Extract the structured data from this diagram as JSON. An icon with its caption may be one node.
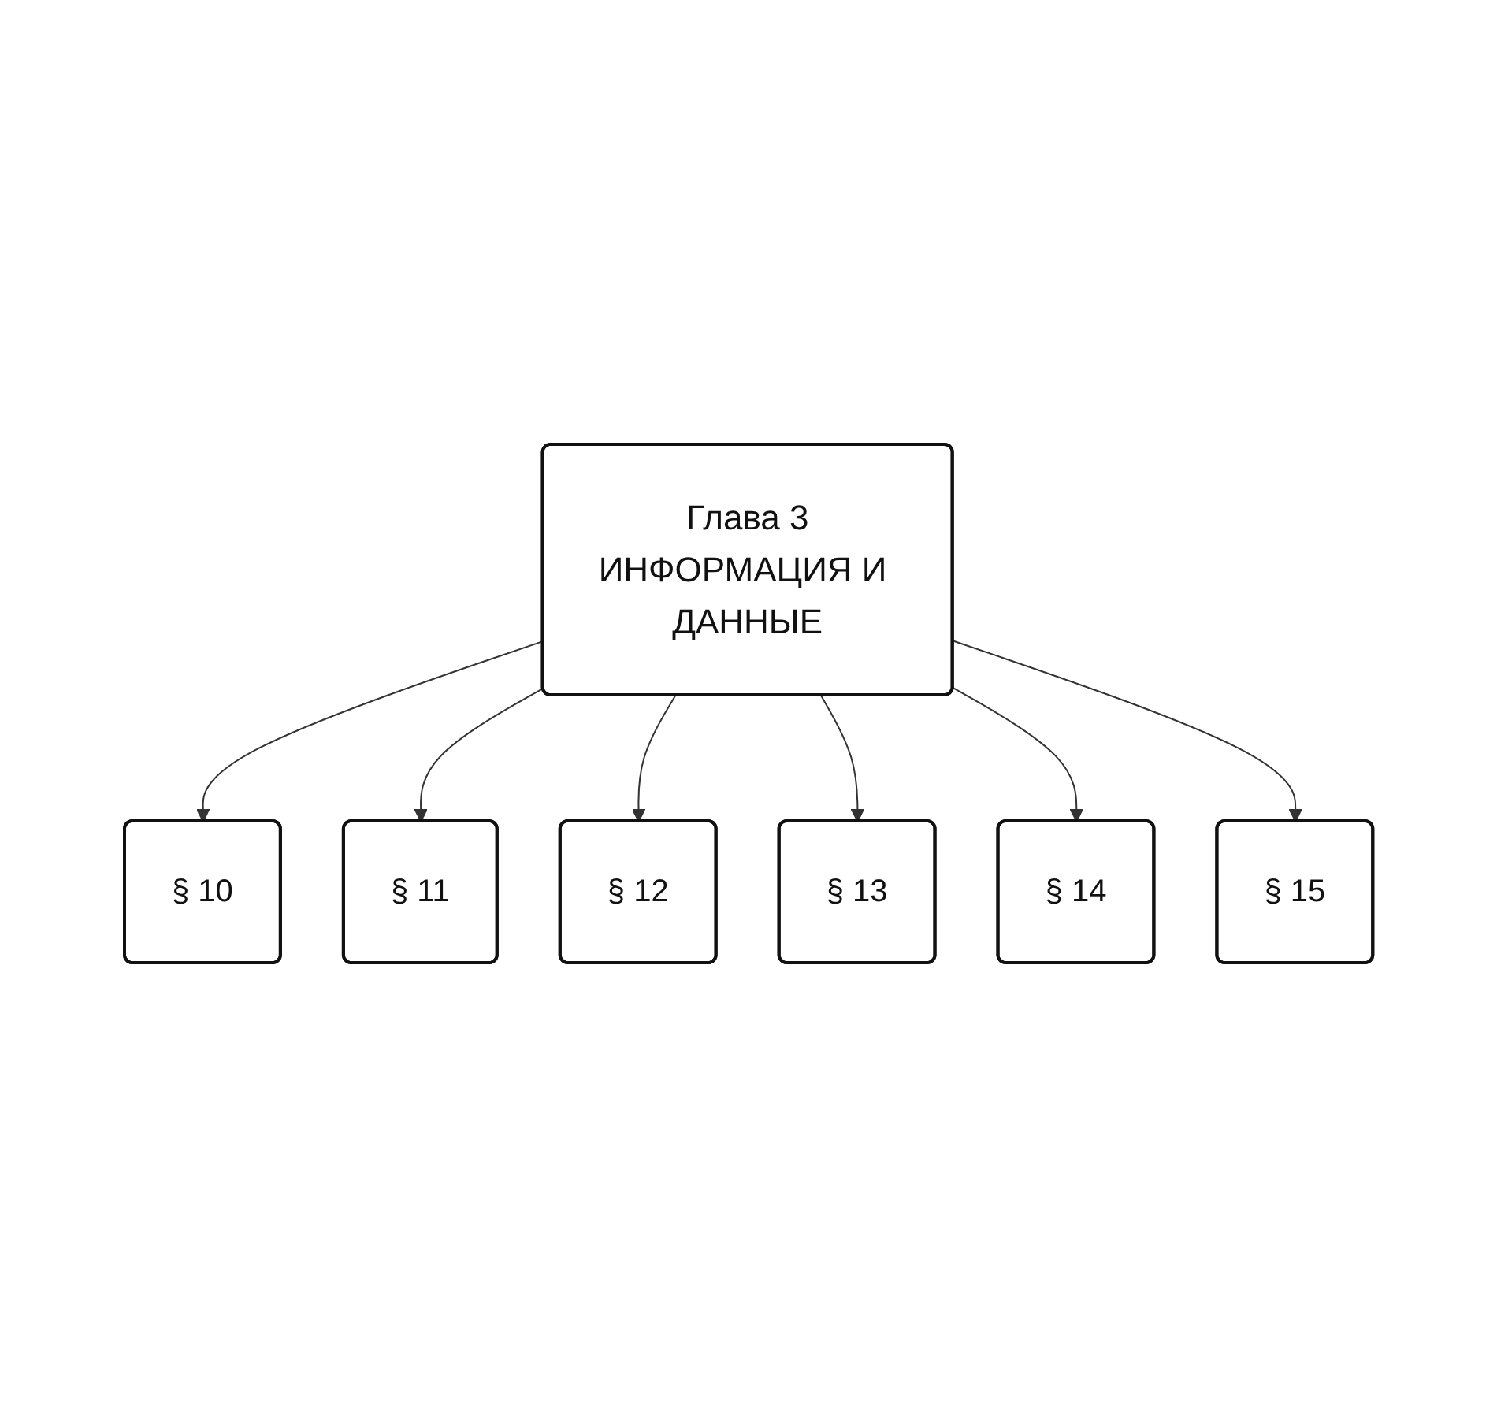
{
  "diagram": {
    "nodes": [
      {
        "text": [
          "§ 10"
        ]
      },
      {
        "text": [
          "§ 15"
        ]
      },
      {
        "text": [
          "§ 11"
        ]
      },
      {
        "text": [
          "Глава 3",
          "ИНФОРМАЦИЯ И ДАННЫЕ"
        ]
      },
      {
        "text": [
          "§ 14"
        ]
      },
      {
        "text": [
          "§ 12"
        ]
      },
      {
        "text": [
          "§ 13"
        ]
      }
    ],
    "edges": [
      {
        "from": 3,
        "to": 0,
        "arrow": "to"
      },
      {
        "from": 3,
        "to": 2,
        "arrow": "to"
      },
      {
        "from": 3,
        "to": 5,
        "arrow": "to"
      },
      {
        "from": 3,
        "to": 6,
        "arrow": "to"
      },
      {
        "from": 3,
        "to": 4,
        "arrow": "to"
      },
      {
        "from": 3,
        "to": 1,
        "arrow": "to"
      }
    ]
  }
}
